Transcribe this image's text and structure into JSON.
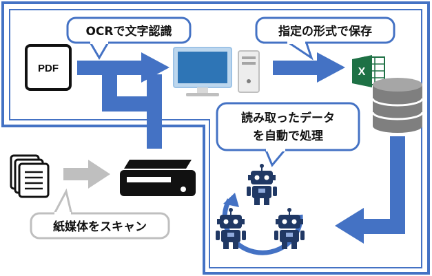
{
  "callouts": {
    "ocr": "OCRで文字認識",
    "save": "指定の形式で保存",
    "process_line1": "読み取ったデータ",
    "process_line2": "を自動で処理",
    "scan": "紙媒体をスキャン"
  },
  "document": {
    "label": "PDF"
  },
  "spreadsheet": {
    "letter": "X"
  },
  "icons": [
    "pdf-document-icon",
    "desktop-computer-icon",
    "excel-icon",
    "database-icon",
    "scanner-icon",
    "paper-documents-icon",
    "robot-icon"
  ],
  "colors": {
    "accent_blue": "#4472C4",
    "arrow_gray": "#BFBFBF",
    "excel_green": "#1E7145",
    "database_gray": "#7F7F7F",
    "robot_navy": "#203864"
  }
}
